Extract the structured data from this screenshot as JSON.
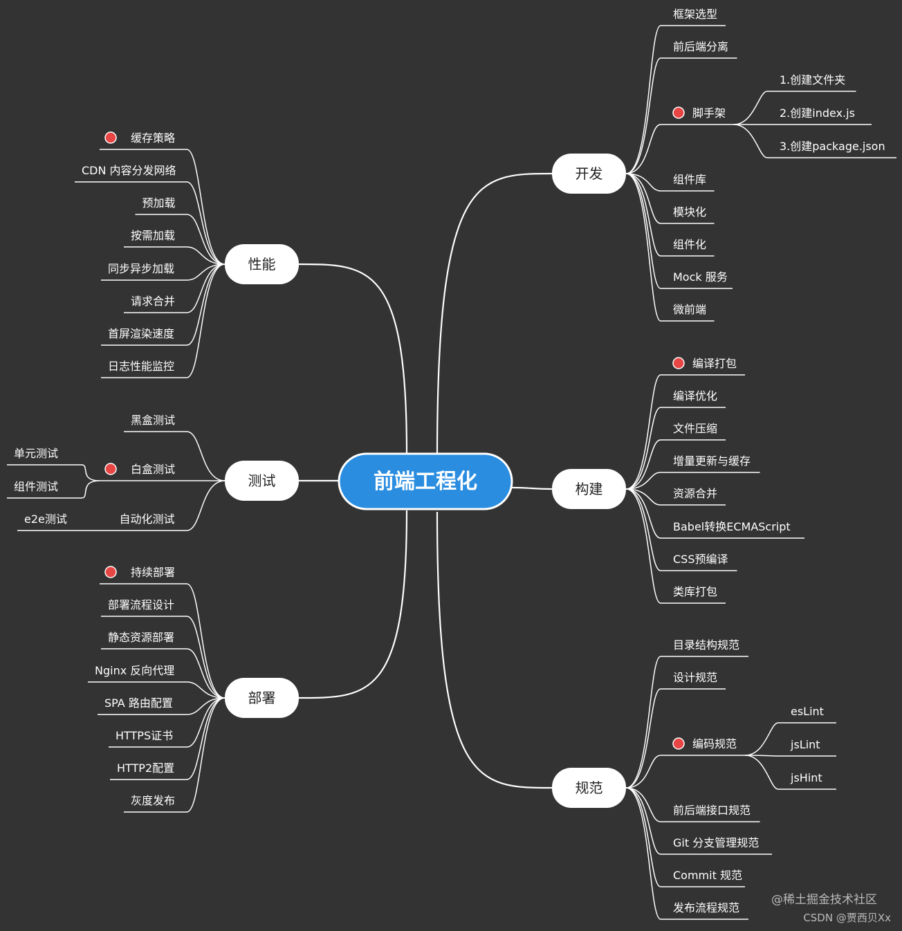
{
  "root": {
    "label": "前端工程化",
    "color": "#2b8de0"
  },
  "colors": {
    "background": "#333333",
    "line": "#ffffff",
    "text": "#ffffff",
    "marker": "#e84545",
    "node": "#ffffff",
    "node_text": "#222222"
  },
  "branches": {
    "kaifa": {
      "label": "开发",
      "items": [
        {
          "label": "框架选型"
        },
        {
          "label": "前后端分离"
        },
        {
          "label": "脚手架",
          "marked": true,
          "children": [
            "1.创建文件夹",
            "2.创建index.js",
            "3.创建package.json"
          ]
        },
        {
          "label": "组件库"
        },
        {
          "label": "模块化"
        },
        {
          "label": "组件化"
        },
        {
          "label": "Mock 服务"
        },
        {
          "label": "微前端"
        }
      ]
    },
    "goujian": {
      "label": "构建",
      "items": [
        {
          "label": "编译打包",
          "marked": true
        },
        {
          "label": "编译优化"
        },
        {
          "label": "文件压缩"
        },
        {
          "label": "增量更新与缓存"
        },
        {
          "label": "资源合并"
        },
        {
          "label": "Babel转换ECMAScript"
        },
        {
          "label": "CSS预编译"
        },
        {
          "label": "类库打包"
        }
      ]
    },
    "guifan": {
      "label": "规范",
      "items": [
        {
          "label": "目录结构规范"
        },
        {
          "label": "设计规范"
        },
        {
          "label": "编码规范",
          "marked": true,
          "children": [
            "esLint",
            "jsLint",
            "jsHint"
          ]
        },
        {
          "label": "前后端接口规范"
        },
        {
          "label": "Git 分支管理规范"
        },
        {
          "label": "Commit 规范"
        },
        {
          "label": "发布流程规范"
        }
      ]
    },
    "xingneng": {
      "label": "性能",
      "items": [
        {
          "label": "缓存策略",
          "marked": true
        },
        {
          "label": "CDN 内容分发网络"
        },
        {
          "label": "预加载"
        },
        {
          "label": "按需加载"
        },
        {
          "label": "同步异步加载"
        },
        {
          "label": "请求合并"
        },
        {
          "label": "首屏渲染速度"
        },
        {
          "label": "日志性能监控"
        }
      ]
    },
    "ceshi": {
      "label": "测试",
      "items": [
        {
          "label": "黑盒测试"
        },
        {
          "label": "白盒测试",
          "marked": true,
          "children": [
            "单元测试",
            "组件测试"
          ]
        },
        {
          "label": "自动化测试",
          "children": [
            "e2e测试"
          ]
        }
      ]
    },
    "bushu": {
      "label": "部署",
      "items": [
        {
          "label": "持续部署",
          "marked": true
        },
        {
          "label": "部署流程设计"
        },
        {
          "label": "静态资源部署"
        },
        {
          "label": "Nginx 反向代理"
        },
        {
          "label": "SPA 路由配置"
        },
        {
          "label": "HTTPS证书"
        },
        {
          "label": "HTTP2配置"
        },
        {
          "label": "灰度发布"
        }
      ]
    }
  },
  "watermark": {
    "line1": "@稀土掘金技术社区",
    "line2": "CSDN @贾西贝Xx"
  }
}
